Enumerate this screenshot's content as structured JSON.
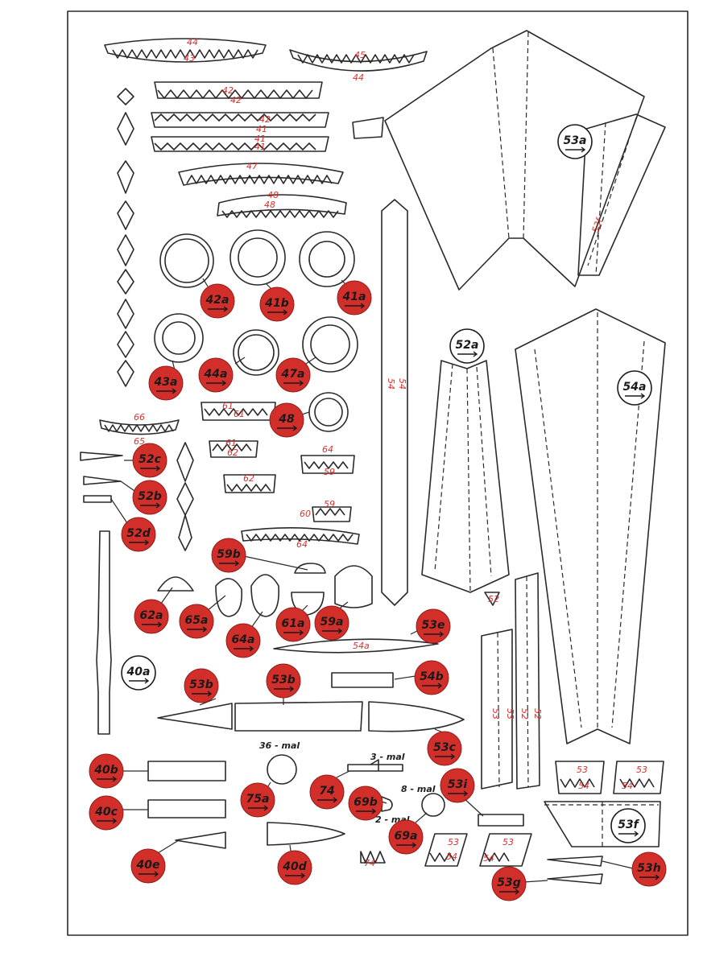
{
  "part_labels": {
    "p44_top": "44",
    "p43_bottom": "43",
    "p45_top": "45",
    "p44_bottom": "44",
    "p42_strip_a": "42",
    "p42_strip_b": "42",
    "p41_strip_a": "42",
    "p41_strip_b": "41",
    "p41_strip_c": "41",
    "p41_strip_d": "41",
    "p47": "47",
    "p48": "48",
    "p48_b": "48",
    "p54_side_1": "54",
    "p54_side_2": "54",
    "p61_top": "61",
    "p61_bottom": "61",
    "p61_b_top": "61",
    "p61_b_bottom": "62",
    "p62": "62",
    "p64": "64",
    "p59_small": "59",
    "p60": "60",
    "p59_strip": "59",
    "p66": "66",
    "p65": "65",
    "p64_bottom": "64",
    "p54a_small": "54a",
    "p53_left": "53",
    "p53_mid": "53",
    "p52_left": "52",
    "p52_right": "52",
    "p52a_tip": "52",
    "p53f_side": "53f",
    "p53_box_a": "53",
    "p54_box_a": "54",
    "p53_box_b": "53",
    "p54_box_b": "54",
    "p53_g_a": "53",
    "p54_g_a": "54",
    "p53_g_b": "53",
    "p54_g_b": "54",
    "p74_small": "74"
  },
  "quantity_notes": {
    "q36": "36 - mal",
    "q3": "3 - mal",
    "q8": "8 - mal",
    "q2": "2 - mal"
  },
  "badges_red": [
    "42a",
    "41b",
    "41a",
    "43a",
    "44a",
    "47a",
    "48",
    "52c",
    "52b",
    "52d",
    "59b",
    "62a",
    "65a",
    "64a",
    "61a",
    "59a",
    "53e",
    "54b",
    "53b",
    "53b",
    "53c",
    "40b",
    "75a",
    "74",
    "53i",
    "69b",
    "40c",
    "69a",
    "40e",
    "40d",
    "53h",
    "53g"
  ],
  "badges_white": [
    "53a",
    "52a",
    "54a",
    "40a",
    "53f"
  ],
  "colors": {
    "badge_red": "#d32f2a",
    "label_red": "#d9322e",
    "outline": "#2a2a2a",
    "paper": "#ffffff"
  }
}
